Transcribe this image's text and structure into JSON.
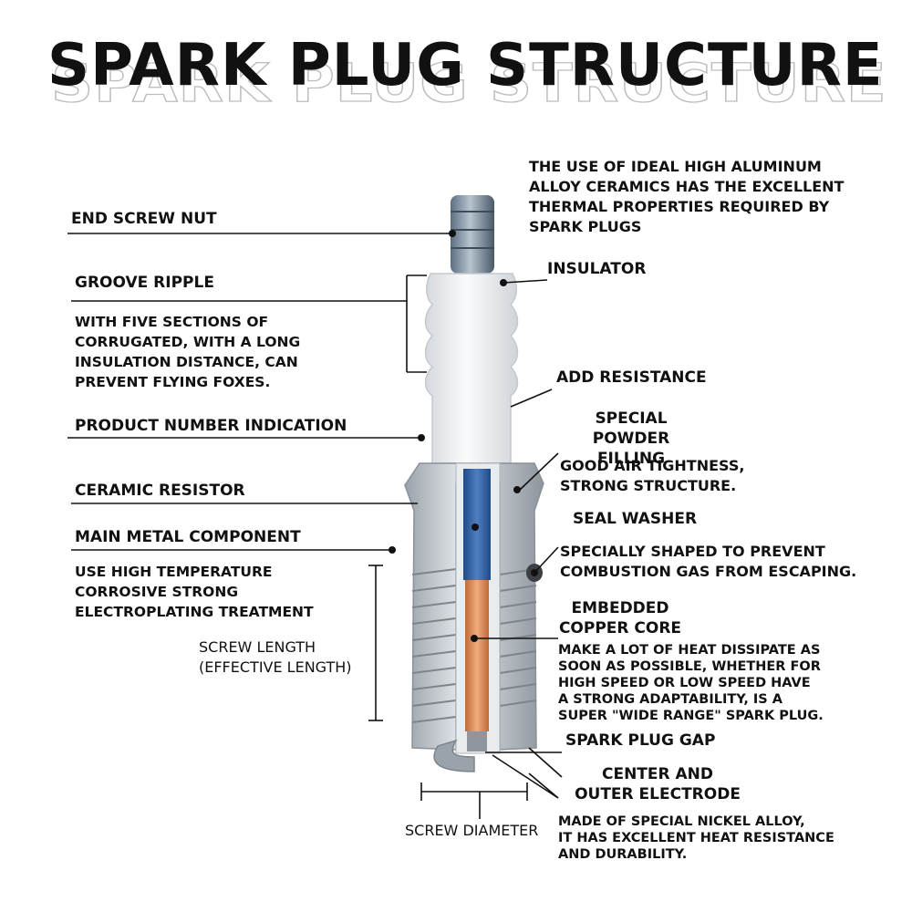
{
  "title": "SPARK PLUG STRUCTURE",
  "labels": {
    "end_screw_nut": "END SCREW NUT",
    "groove_ripple": "GROOVE RIPPLE",
    "groove_ripple_desc": "WITH FIVE SECTIONS OF\nCORRUGATED, WITH A LONG\nINSULATION DISTANCE, CAN\nPREVENT FLYING FOXES.",
    "product_number": "PRODUCT NUMBER INDICATION",
    "ceramic_resistor": "CERAMIC RESISTOR",
    "main_metal": "MAIN METAL COMPONENT",
    "main_metal_desc": "USE HIGH TEMPERATURE\nCORROSIVE STRONG\nELECTROPLATING TREATMENT",
    "screw_length": "SCREW LENGTH\n(EFFECTIVE LENGTH)",
    "screw_diameter": "SCREW DIAMETER",
    "ceramics_desc": "THE USE OF IDEAL HIGH ALUMINUM\nALLOY CERAMICS HAS THE EXCELLENT\nTHERMAL PROPERTIES REQUIRED BY\nSPARK PLUGS",
    "insulator": "INSULATOR",
    "add_resistance": "ADD RESISTANCE",
    "special_powder": "SPECIAL\nPOWDER FILLING",
    "special_powder_desc": "GOOD AIR TIGHTNESS,\nSTRONG STRUCTURE.",
    "seal_washer": "SEAL WASHER",
    "seal_washer_desc": "SPECIALLY SHAPED TO PREVENT\nCOMBUSTION GAS FROM ESCAPING.",
    "copper_core": "EMBEDDED\nCOPPER CORE",
    "copper_core_desc": "MAKE A LOT OF HEAT DISSIPATE AS\nSOON AS POSSIBLE, WHETHER FOR\nHIGH SPEED OR LOW SPEED HAVE\nA STRONG ADAPTABILITY, IS A\nSUPER \"WIDE RANGE\" SPARK PLUG.",
    "spark_gap": "SPARK PLUG GAP",
    "electrode": "CENTER AND\nOUTER ELECTRODE",
    "electrode_desc": "MADE OF SPECIAL NICKEL ALLOY,\nIT HAS EXCELLENT HEAT RESISTANCE\nAND DURABILITY."
  },
  "colors": {
    "text": "#111111",
    "insulator": "#eceef0",
    "metal": "#b8bec4",
    "resistor": "#2f5f9e",
    "copper": "#d9824e"
  }
}
